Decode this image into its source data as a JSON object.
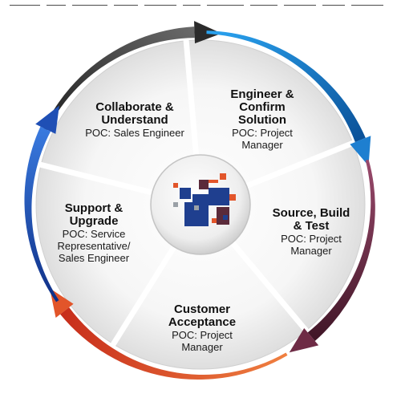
{
  "diagram": {
    "segments": [
      {
        "key": "collaborate",
        "title": [
          "Collaborate &",
          "Understand"
        ],
        "poc": [
          "POC: Sales Engineer"
        ],
        "arrow_color": "#2b2b2b"
      },
      {
        "key": "engineer",
        "title": [
          "Engineer &",
          "Confirm",
          "Solution"
        ],
        "poc": [
          "POC: Project",
          "Manager"
        ],
        "arrow_color": "#1e7fd0"
      },
      {
        "key": "source",
        "title": [
          "Source, Build",
          "& Test"
        ],
        "poc": [
          "POC: Project",
          "Manager"
        ],
        "arrow_color": "#6e2b45"
      },
      {
        "key": "customer",
        "title": [
          "Customer",
          "Acceptance"
        ],
        "poc": [
          "POC: Project",
          "Manager"
        ],
        "arrow_color": "#e2552a"
      },
      {
        "key": "support",
        "title": [
          "Support &",
          "Upgrade"
        ],
        "poc": [
          "POC: Service",
          "Representative/",
          "Sales Engineer"
        ],
        "arrow_color": "#1f4fb5"
      }
    ],
    "logo": {
      "colors": [
        "#1f3f8f",
        "#e2552a",
        "#5a2a3a",
        "#9aa0a6"
      ]
    }
  }
}
